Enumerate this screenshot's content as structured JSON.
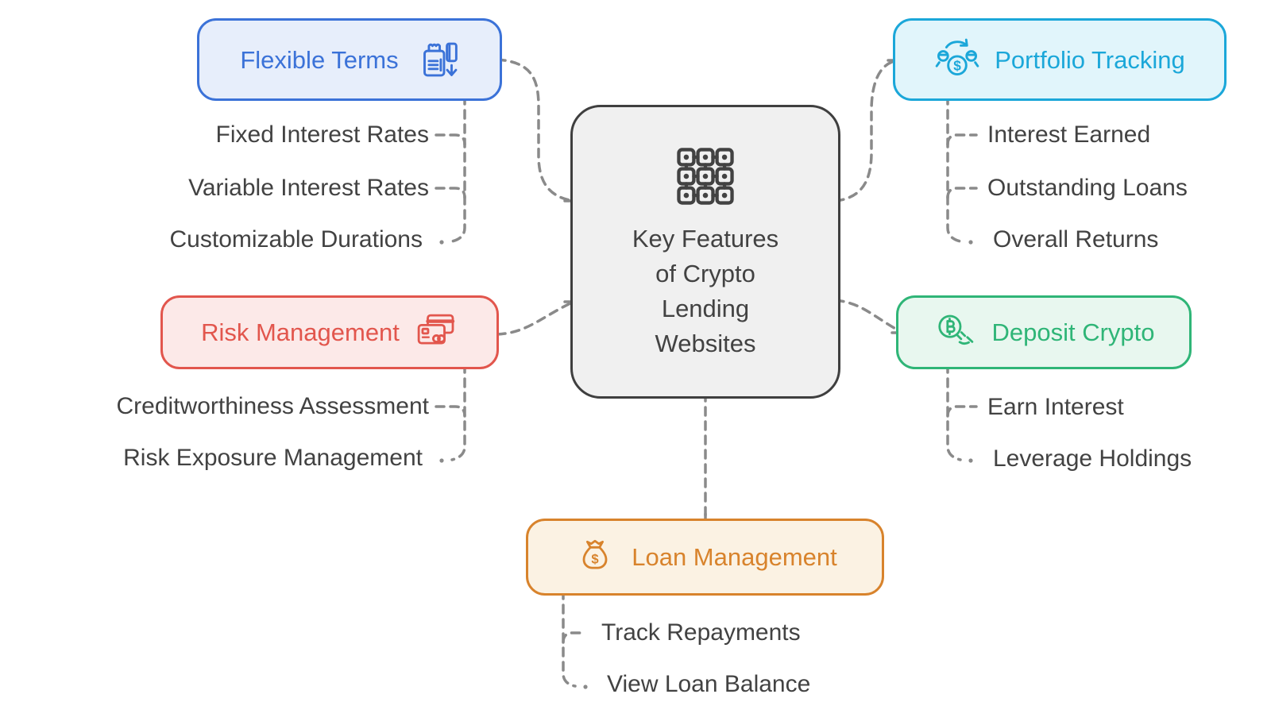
{
  "diagram": {
    "center": {
      "icon": "qr-grid-icon",
      "title_lines": [
        "Key Features",
        "of Crypto",
        "Lending",
        "Websites"
      ]
    },
    "branches": [
      {
        "label": "Flexible Terms",
        "icon": "payment-terminal-card-icon",
        "color": "#3B72D8",
        "fill": "#E7EEFB",
        "items": [
          "Fixed Interest Rates",
          "Variable Interest Rates",
          "Customizable Durations"
        ]
      },
      {
        "label": "Portfolio Tracking",
        "icon": "coins-exchange-icon",
        "color": "#1BA7D9",
        "fill": "#E1F5FB",
        "items": [
          "Interest Earned",
          "Outstanding Loans",
          "Overall Returns"
        ]
      },
      {
        "label": "Risk Management",
        "icon": "credit-cards-icon",
        "color": "#E2564D",
        "fill": "#FCE9E8",
        "items": [
          "Creditworthiness Assessment",
          "Risk Exposure Management"
        ]
      },
      {
        "label": "Deposit Crypto",
        "icon": "hand-holding-bitcoin-icon",
        "color": "#2FB577",
        "fill": "#E8F7EF",
        "items": [
          "Earn Interest",
          "Leverage Holdings"
        ]
      },
      {
        "label": "Loan Management",
        "icon": "money-bag-icon",
        "color": "#D8832C",
        "fill": "#FBF2E3",
        "items": [
          "Track Repayments",
          "View Loan Balance"
        ]
      }
    ],
    "styles": {
      "item_text_color": "#424242",
      "connector_color": "#8A8A8A",
      "center_fill": "#F0F0F0",
      "center_border": "#3F3F3F"
    }
  }
}
